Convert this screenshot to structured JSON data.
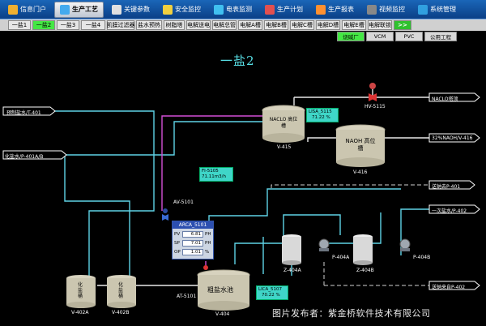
{
  "nav": {
    "items": [
      {
        "label": "信息门户",
        "icon": "home-icon",
        "color": "#f0b030"
      },
      {
        "label": "生产工艺",
        "icon": "process-icon",
        "color": "#44aaee",
        "active": true
      },
      {
        "label": "关键参数",
        "icon": "gear-icon",
        "color": "#e0e0e0"
      },
      {
        "label": "安全监控",
        "icon": "shield-icon",
        "color": "#f0d040"
      },
      {
        "label": "电表监测",
        "icon": "meter-icon",
        "color": "#40c0f0"
      },
      {
        "label": "生产计划",
        "icon": "calendar-icon",
        "color": "#e05050"
      },
      {
        "label": "生产报表",
        "icon": "report-icon",
        "color": "#ff9030"
      },
      {
        "label": "视频监控",
        "icon": "camera-icon",
        "color": "#888888"
      },
      {
        "label": "系统管理",
        "icon": "settings-icon",
        "color": "#30a0e0"
      }
    ]
  },
  "tabs": {
    "items": [
      "一盐1",
      "一盐2",
      "一盐3",
      "一盐4",
      "凯膜过滤器",
      "盐水预热",
      "树脂塔",
      "电解送电",
      "电解总管",
      "电解A槽",
      "电解B槽",
      "电解C槽",
      "电解D槽",
      "电解E槽",
      "电解联锁",
      ">>"
    ],
    "active_index": 1
  },
  "subtabs": {
    "items": [
      "烧碱厂",
      "VCM",
      "PVC",
      "公用工程"
    ],
    "active_index": 0
  },
  "page": {
    "title": "一盐2"
  },
  "inlets": {
    "pre_water": "预制盐水/T-401",
    "refined_water": "化盐水/P-401A/B",
    "naclo_tower": "NACLO塔顶",
    "naoh_32": "32%NAOH/V-416",
    "to_p401": "送钠去P-401",
    "primary_brine": "一次盐水/P-402",
    "from_p402": "送钠来自P-402"
  },
  "equipment": {
    "v415": {
      "label": "NACLO 高位槽",
      "tag": "V-415"
    },
    "v416": {
      "label": "NAOH 高位槽",
      "tag": "V-416"
    },
    "v404": {
      "label": "粗盐水池",
      "tag": "V-404"
    },
    "v402a": {
      "label": "化盐桶",
      "tag": "V-402A"
    },
    "v402b": {
      "label": "化盐桶",
      "tag": "V-402B"
    },
    "z404a": {
      "tag": "Z-404A"
    },
    "z404b": {
      "tag": "Z-404B"
    },
    "p404a": {
      "tag": "P-404A"
    },
    "p404b": {
      "tag": "P-404B"
    },
    "hv5115": {
      "tag": "HV-5115"
    },
    "av5101": {
      "tag": "AV-5101"
    },
    "at5101": {
      "tag": "AT-5101"
    }
  },
  "readouts": {
    "lisa5115": {
      "tag": "LISA_5115",
      "value": "71.22 %"
    },
    "fi5105": {
      "tag": "FI-5105",
      "value": "71.11m3/h"
    },
    "lica5107": {
      "tag": "LICA_5107",
      "value": "70.22 %"
    }
  },
  "controller": {
    "title": "ARCA_5101",
    "pv": {
      "key": "PV",
      "value": "6.81",
      "unit": "PH"
    },
    "sp": {
      "key": "SP",
      "value": "7.01",
      "unit": "PH"
    },
    "op": {
      "key": "OP",
      "value": "1.01",
      "unit": "%"
    }
  },
  "footer": {
    "watermark": "图片发布者：紫金桥软件技术有限公司"
  },
  "colors": {
    "pipe_cyan": "#5fd3e6",
    "pipe_magenta": "#d24fd6",
    "pipe_white": "#e8e8e8",
    "pipe_gray": "#cfcfcf",
    "accent_green": "#44e844",
    "title_cyan": "#58e0e6"
  }
}
